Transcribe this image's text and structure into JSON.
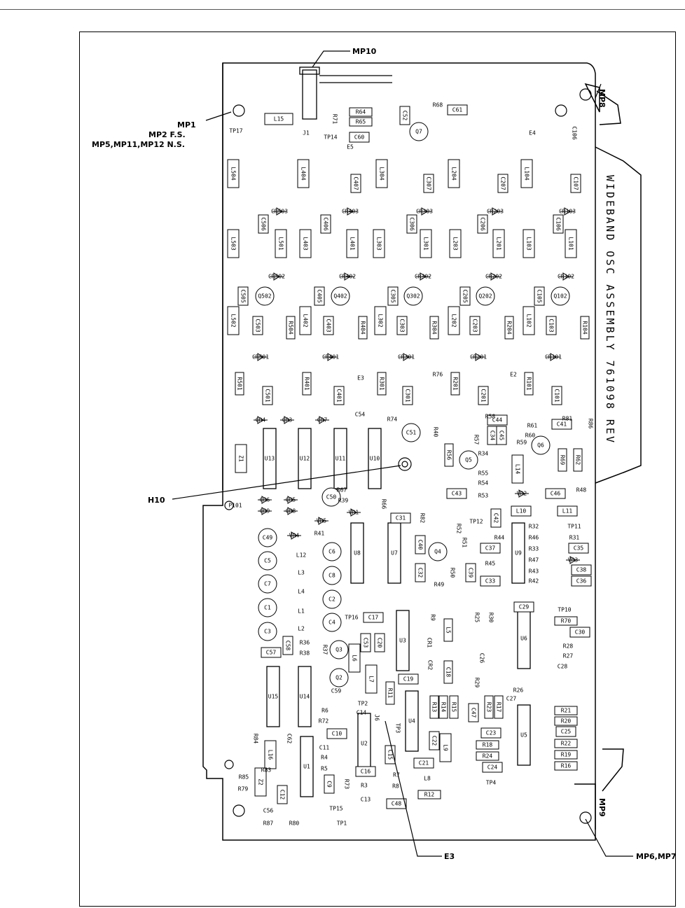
{
  "board_title": "WIDEBAND OSC ASSEMBLY 761098 REV",
  "callouts": {
    "mp10": "MP10",
    "mp1": "MP1",
    "mp2": "MP2 F.S.",
    "mp5": "MP5,MP11,MP12 N.S.",
    "h10": "H10",
    "e3": "E3",
    "mp8": "MP8",
    "mp9": "MP9",
    "mp6": "MP6,MP7"
  },
  "components": [
    {
      "ref": "J1"
    },
    {
      "ref": "TP17"
    },
    {
      "ref": "L15"
    },
    {
      "ref": "R71"
    },
    {
      "ref": "TP14"
    },
    {
      "ref": "R64"
    },
    {
      "ref": "R65"
    },
    {
      "ref": "C52"
    },
    {
      "ref": "Q7"
    },
    {
      "ref": "C60"
    },
    {
      "ref": "R68"
    },
    {
      "ref": "C61"
    },
    {
      "ref": "E4"
    },
    {
      "ref": "C106"
    },
    {
      "ref": "E5"
    },
    {
      "ref": "L504"
    },
    {
      "ref": "L404"
    },
    {
      "ref": "C407"
    },
    {
      "ref": "L304"
    },
    {
      "ref": "C307"
    },
    {
      "ref": "L204"
    },
    {
      "ref": "C207"
    },
    {
      "ref": "L104"
    },
    {
      "ref": "C107"
    },
    {
      "ref": "CR503"
    },
    {
      "ref": "CR403"
    },
    {
      "ref": "CR303"
    },
    {
      "ref": "CR203"
    },
    {
      "ref": "CR103"
    },
    {
      "ref": "C506"
    },
    {
      "ref": "C406"
    },
    {
      "ref": "C306"
    },
    {
      "ref": "C206"
    },
    {
      "ref": "C106"
    },
    {
      "ref": "L503"
    },
    {
      "ref": "L501"
    },
    {
      "ref": "L403"
    },
    {
      "ref": "L401"
    },
    {
      "ref": "L303"
    },
    {
      "ref": "L301"
    },
    {
      "ref": "L203"
    },
    {
      "ref": "L201"
    },
    {
      "ref": "L103"
    },
    {
      "ref": "L101"
    },
    {
      "ref": "CR502"
    },
    {
      "ref": "CR402"
    },
    {
      "ref": "CR302"
    },
    {
      "ref": "CR202"
    },
    {
      "ref": "CR102"
    },
    {
      "ref": "Q502"
    },
    {
      "ref": "Q402"
    },
    {
      "ref": "Q302"
    },
    {
      "ref": "Q202"
    },
    {
      "ref": "Q102"
    },
    {
      "ref": "C505"
    },
    {
      "ref": "C405"
    },
    {
      "ref": "C305"
    },
    {
      "ref": "C205"
    },
    {
      "ref": "C105"
    },
    {
      "ref": "L502"
    },
    {
      "ref": "L402"
    },
    {
      "ref": "L302"
    },
    {
      "ref": "L202"
    },
    {
      "ref": "L102"
    },
    {
      "ref": "C503"
    },
    {
      "ref": "C403"
    },
    {
      "ref": "C303"
    },
    {
      "ref": "C203"
    },
    {
      "ref": "C103"
    },
    {
      "ref": "R504"
    },
    {
      "ref": "R404"
    },
    {
      "ref": "R304"
    },
    {
      "ref": "R204"
    },
    {
      "ref": "R104"
    },
    {
      "ref": "CR501"
    },
    {
      "ref": "CR401"
    },
    {
      "ref": "CR301"
    },
    {
      "ref": "CR201"
    },
    {
      "ref": "CR101"
    },
    {
      "ref": "R501"
    },
    {
      "ref": "R401"
    },
    {
      "ref": "R301"
    },
    {
      "ref": "R201"
    },
    {
      "ref": "R101"
    },
    {
      "ref": "C501"
    },
    {
      "ref": "C401"
    },
    {
      "ref": "C301"
    },
    {
      "ref": "C201"
    },
    {
      "ref": "C101"
    },
    {
      "ref": "E3"
    },
    {
      "ref": "R76"
    },
    {
      "ref": "E2"
    },
    {
      "ref": "C54"
    },
    {
      "ref": "R74"
    },
    {
      "ref": "C44"
    },
    {
      "ref": "R61"
    },
    {
      "ref": "R60"
    },
    {
      "ref": "R59"
    },
    {
      "ref": "C41"
    },
    {
      "ref": "R86"
    },
    {
      "ref": "R81"
    },
    {
      "ref": "R58"
    },
    {
      "ref": "R57"
    },
    {
      "ref": "C34"
    },
    {
      "ref": "C45"
    },
    {
      "ref": "CR4"
    },
    {
      "ref": "CR3"
    },
    {
      "ref": "CR7"
    },
    {
      "ref": "C51"
    },
    {
      "ref": "R40"
    },
    {
      "ref": "Z1"
    },
    {
      "ref": "U13"
    },
    {
      "ref": "U12"
    },
    {
      "ref": "U11"
    },
    {
      "ref": "U10"
    },
    {
      "ref": "R56"
    },
    {
      "ref": "Q5"
    },
    {
      "ref": "R34"
    },
    {
      "ref": "Q6"
    },
    {
      "ref": "R69"
    },
    {
      "ref": "R62"
    },
    {
      "ref": "L14"
    },
    {
      "ref": "R55"
    },
    {
      "ref": "R54"
    },
    {
      "ref": "R53"
    },
    {
      "ref": "C43"
    },
    {
      "ref": "VR2"
    },
    {
      "ref": "C46"
    },
    {
      "ref": "R48"
    },
    {
      "ref": "L10"
    },
    {
      "ref": "L11"
    },
    {
      "ref": "R67"
    },
    {
      "ref": "C50"
    },
    {
      "ref": "R39"
    },
    {
      "ref": "R66"
    },
    {
      "ref": "P101"
    },
    {
      "ref": "CR6"
    },
    {
      "ref": "CR5"
    },
    {
      "ref": "CR9"
    },
    {
      "ref": "CR8"
    },
    {
      "ref": "VR1"
    },
    {
      "ref": "C31"
    },
    {
      "ref": "R82"
    },
    {
      "ref": "C42"
    },
    {
      "ref": "TP12"
    },
    {
      "ref": "R32"
    },
    {
      "ref": "TP11"
    },
    {
      "ref": "R46"
    },
    {
      "ref": "R31"
    },
    {
      "ref": "R44"
    },
    {
      "ref": "VR5"
    },
    {
      "ref": "VR4"
    },
    {
      "ref": "R41"
    },
    {
      "ref": "C49"
    },
    {
      "ref": "L12"
    },
    {
      "ref": "C6"
    },
    {
      "ref": "C5"
    },
    {
      "ref": "L3"
    },
    {
      "ref": "C8"
    },
    {
      "ref": "C7"
    },
    {
      "ref": "L4"
    },
    {
      "ref": "C2"
    },
    {
      "ref": "C1"
    },
    {
      "ref": "L1"
    },
    {
      "ref": "C4"
    },
    {
      "ref": "C3"
    },
    {
      "ref": "L2"
    },
    {
      "ref": "U8"
    },
    {
      "ref": "U7"
    },
    {
      "ref": "C40"
    },
    {
      "ref": "Q4"
    },
    {
      "ref": "R52"
    },
    {
      "ref": "R51"
    },
    {
      "ref": "C37"
    },
    {
      "ref": "R45"
    },
    {
      "ref": "U9"
    },
    {
      "ref": "R33"
    },
    {
      "ref": "C35"
    },
    {
      "ref": "R47"
    },
    {
      "ref": "VR3"
    },
    {
      "ref": "R43"
    },
    {
      "ref": "C38"
    },
    {
      "ref": "R42"
    },
    {
      "ref": "C36"
    },
    {
      "ref": "C32"
    },
    {
      "ref": "R50"
    },
    {
      "ref": "R49"
    },
    {
      "ref": "C39"
    },
    {
      "ref": "C33"
    },
    {
      "ref": "C29"
    },
    {
      "ref": "TP10"
    },
    {
      "ref": "TP16"
    },
    {
      "ref": "C17"
    },
    {
      "ref": "R9"
    },
    {
      "ref": "R25"
    },
    {
      "ref": "R30"
    },
    {
      "ref": "R70"
    },
    {
      "ref": "C30"
    },
    {
      "ref": "C53"
    },
    {
      "ref": "C20"
    },
    {
      "ref": "U3"
    },
    {
      "ref": "L5"
    },
    {
      "ref": "CR1"
    },
    {
      "ref": "U6"
    },
    {
      "ref": "R28"
    },
    {
      "ref": "R27"
    },
    {
      "ref": "C28"
    },
    {
      "ref": "C57"
    },
    {
      "ref": "C58"
    },
    {
      "ref": "R36"
    },
    {
      "ref": "R38"
    },
    {
      "ref": "R37"
    },
    {
      "ref": "Q3"
    },
    {
      "ref": "L6"
    },
    {
      "ref": "C26"
    },
    {
      "ref": "CR2"
    },
    {
      "ref": "C18"
    },
    {
      "ref": "L7"
    },
    {
      "ref": "C19"
    },
    {
      "ref": "Q2"
    },
    {
      "ref": "R29"
    },
    {
      "ref": "R26"
    },
    {
      "ref": "C27"
    },
    {
      "ref": "U15"
    },
    {
      "ref": "U14"
    },
    {
      "ref": "C59"
    },
    {
      "ref": "R11"
    },
    {
      "ref": "R6"
    },
    {
      "ref": "TP2"
    },
    {
      "ref": "R72"
    },
    {
      "ref": "C14"
    },
    {
      "ref": "U4"
    },
    {
      "ref": "R13"
    },
    {
      "ref": "R14"
    },
    {
      "ref": "R15"
    },
    {
      "ref": "C47"
    },
    {
      "ref": "R23"
    },
    {
      "ref": "R17"
    },
    {
      "ref": "R21"
    },
    {
      "ref": "R20"
    },
    {
      "ref": "U5"
    },
    {
      "ref": "C25"
    },
    {
      "ref": "R22"
    },
    {
      "ref": "TP3"
    },
    {
      "ref": "J6"
    },
    {
      "ref": "C62"
    },
    {
      "ref": "R84"
    },
    {
      "ref": "L16"
    },
    {
      "ref": "U1"
    },
    {
      "ref": "C10"
    },
    {
      "ref": "C11"
    },
    {
      "ref": "U2"
    },
    {
      "ref": "C22"
    },
    {
      "ref": "L9"
    },
    {
      "ref": "C23"
    },
    {
      "ref": "R18"
    },
    {
      "ref": "R19"
    },
    {
      "ref": "R4"
    },
    {
      "ref": "C15"
    },
    {
      "ref": "R24"
    },
    {
      "ref": "R16"
    },
    {
      "ref": "R5"
    },
    {
      "ref": "C21"
    },
    {
      "ref": "C24"
    },
    {
      "ref": "R85"
    },
    {
      "ref": "R83"
    },
    {
      "ref": "C16"
    },
    {
      "ref": "R7"
    },
    {
      "ref": "TP4"
    },
    {
      "ref": "Z2"
    },
    {
      "ref": "R79"
    },
    {
      "ref": "C12"
    },
    {
      "ref": "C9"
    },
    {
      "ref": "R73"
    },
    {
      "ref": "R3"
    },
    {
      "ref": "R8"
    },
    {
      "ref": "L8"
    },
    {
      "ref": "R12"
    },
    {
      "ref": "C13"
    },
    {
      "ref": "C56"
    },
    {
      "ref": "C48"
    },
    {
      "ref": "TP15"
    },
    {
      "ref": "R87"
    },
    {
      "ref": "R80"
    },
    {
      "ref": "TP1"
    }
  ]
}
